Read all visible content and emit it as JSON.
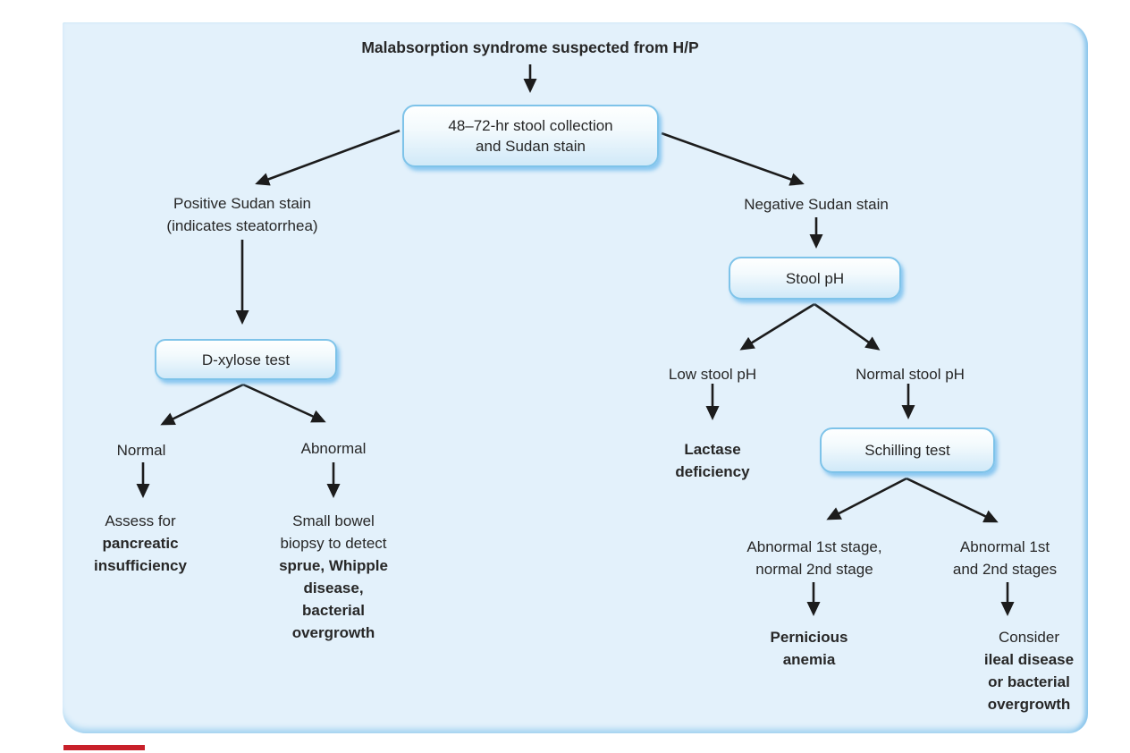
{
  "title": "Malabsorption syndrome suspected from H/P",
  "boxes": {
    "stool_collection": [
      "48–72-hr stool collection",
      "and Sudan stain"
    ],
    "dxylose": "D-xylose test",
    "stool_ph": "Stool pH",
    "schilling": "Schilling test"
  },
  "labels": {
    "positive_sudan": [
      "Positive Sudan stain",
      "(indicates steatorrhea)"
    ],
    "negative_sudan": "Negative Sudan stain",
    "normal": "Normal",
    "abnormal": "Abnormal",
    "low_ph": "Low stool pH",
    "normal_ph": "Normal stool pH",
    "abnormal_first_stage": [
      "Abnormal 1st stage,",
      "normal 2nd stage"
    ],
    "abnormal_both_stages": [
      "Abnormal 1st",
      "and 2nd stages"
    ]
  },
  "outcomes": {
    "pancreatic": {
      "lines": [
        "Assess for",
        "pancreatic",
        "insufficiency"
      ]
    },
    "biopsy": {
      "lines": [
        "Small bowel",
        "biopsy to detect",
        "sprue, Whipple",
        "disease,",
        "bacterial",
        "overgrowth"
      ]
    },
    "lactase": {
      "lines": [
        "Lactase",
        "deficiency"
      ]
    },
    "pernicious": {
      "lines": [
        "Pernicious",
        "anemia"
      ]
    },
    "ileal": {
      "lines": [
        "Consider",
        "ileal disease",
        "or bacterial",
        "overgrowth"
      ]
    }
  },
  "colors": {
    "panel_bg": "#e3f1fb",
    "panel_edge": "#8cc6ec",
    "box_border": "#7ec3e9",
    "box_shadow": "#a3d6f2",
    "arrow": "#1c1c1c",
    "text": "#272727",
    "red_marker": "#c8202a"
  }
}
